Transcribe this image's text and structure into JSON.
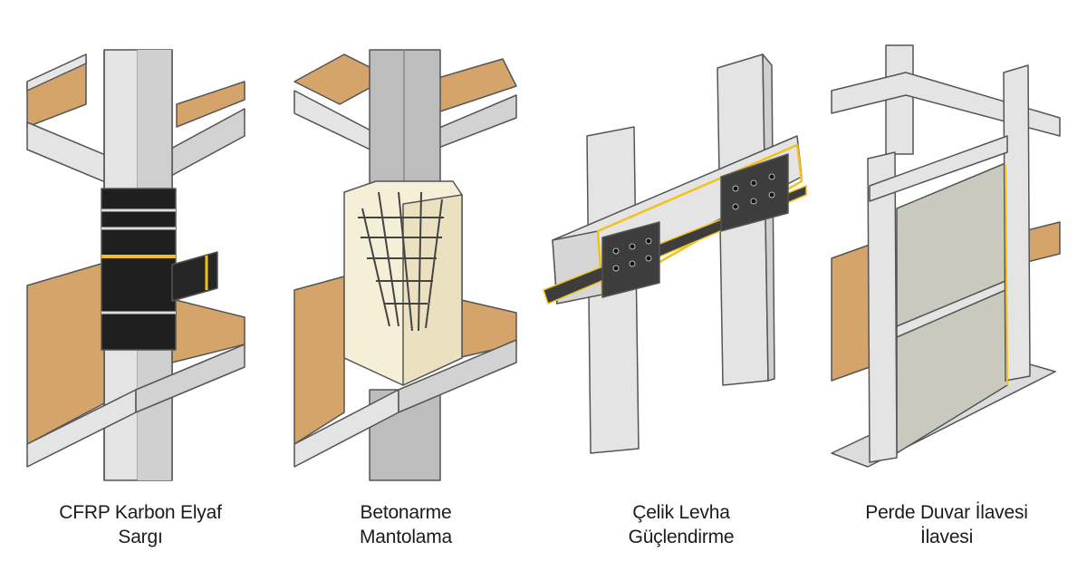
{
  "colors": {
    "concrete": "#dcdcdc",
    "concrete_dark": "#a9a9a9",
    "wood": "#d5a46a",
    "wood_dark": "#b98548",
    "cfrp": "#1f1f1f",
    "adhesive": "#f2c11c",
    "steel": "#3d3d3d",
    "jacket": "#f5efd8",
    "wall_panel": "#c9c9bd"
  },
  "panels": [
    {
      "line1": "CFRP Karbon Elyaf",
      "line2": "Sargı",
      "icon": "cfrp-wrapped-column"
    },
    {
      "line1": "Betonarme",
      "line2": "Mantolama",
      "icon": "rc-jacketed-column"
    },
    {
      "line1": "Çelik Levha",
      "line2": "Güçlendirme",
      "icon": "steel-plated-beam"
    },
    {
      "line1": "Perde Duvar İlavesi",
      "line2": "İlavesi",
      "icon": "shear-wall-frame"
    }
  ]
}
